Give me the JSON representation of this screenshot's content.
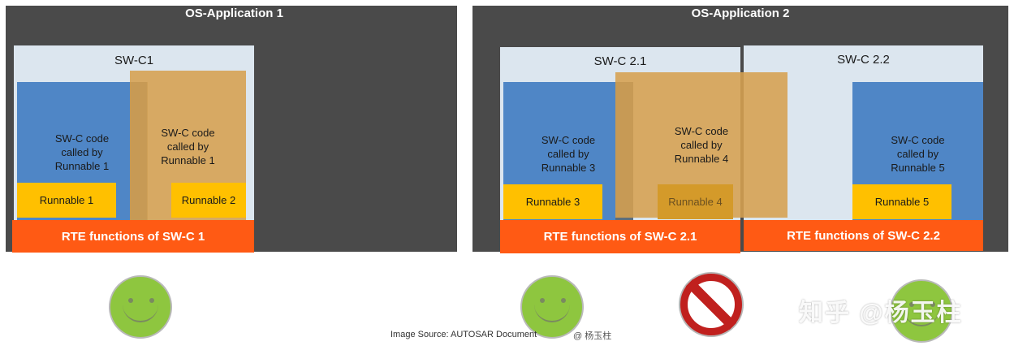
{
  "os_app_1": {
    "title": "OS-Application 1",
    "swc": {
      "title": "SW-C1",
      "code_block_a": "SW-C code\ncalled by\nRunnable 1",
      "code_block_b": "SW-C code\ncalled by\nRunnable 1",
      "runnable_a": "Runnable 1",
      "runnable_b": "Runnable 2",
      "rte": "RTE functions of SW-C 1"
    }
  },
  "os_app_2": {
    "title": "OS-Application 2",
    "swc_21": {
      "title": "SW-C 2.1",
      "code_block_a": "SW-C code\ncalled by\nRunnable 3",
      "runnable_a": "Runnable 3",
      "rte": "RTE functions of SW-C 2.1"
    },
    "overlay": {
      "code_block": "SW-C code\ncalled by\nRunnable 4",
      "runnable": "Runnable 4"
    },
    "swc_22": {
      "title": "SW-C 2.2",
      "code_block_a": "SW-C code\ncalled by\nRunnable 5",
      "runnable_a": "Runnable 5",
      "rte": "RTE functions of SW-C 2.2"
    }
  },
  "indicators": {
    "left": "smiley-icon",
    "middle": "smiley-icon",
    "prohibited": "no-entry-icon",
    "right": "smiley-icon"
  },
  "footer": {
    "source": "Image Source: AUTOSAR Document",
    "credit": "@ 杨玉柱",
    "watermark": "知乎 @杨玉柱"
  },
  "colors": {
    "os_panel": "#4a4a4a",
    "swc_box": "#dce6ef",
    "code_blue": "#4f86c6",
    "code_tan": "#d6a050",
    "runnable": "#ffc000",
    "rte": "#ff5a14",
    "smiley": "#8ec63f",
    "no_entry": "#c0201e"
  }
}
